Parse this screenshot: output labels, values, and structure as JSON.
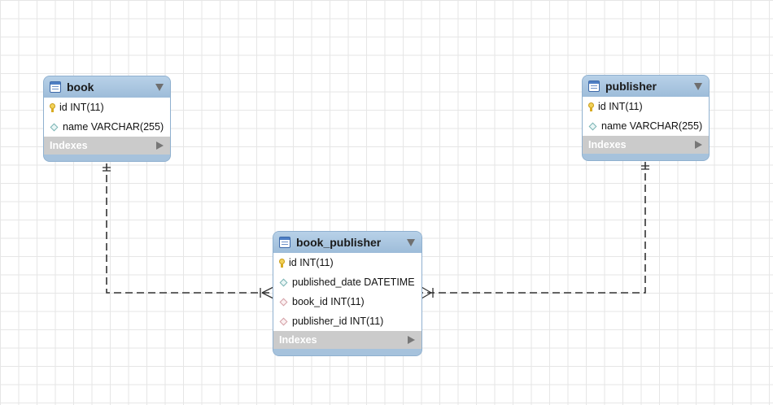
{
  "tables": {
    "book": {
      "name": "book",
      "columns": [
        {
          "label": "id INT(11)",
          "kind": "primary-key"
        },
        {
          "label": "name VARCHAR(255)",
          "kind": "column"
        }
      ],
      "indexes_label": "Indexes"
    },
    "publisher": {
      "name": "publisher",
      "columns": [
        {
          "label": "id INT(11)",
          "kind": "primary-key"
        },
        {
          "label": "name VARCHAR(255)",
          "kind": "column"
        }
      ],
      "indexes_label": "Indexes"
    },
    "book_publisher": {
      "name": "book_publisher",
      "columns": [
        {
          "label": "id INT(11)",
          "kind": "primary-key"
        },
        {
          "label": "published_date DATETIME",
          "kind": "column"
        },
        {
          "label": "book_id INT(11)",
          "kind": "foreign-key"
        },
        {
          "label": "publisher_id INT(11)",
          "kind": "foreign-key"
        }
      ],
      "indexes_label": "Indexes"
    }
  },
  "relationships": [
    {
      "from": "book",
      "to": "book_publisher",
      "from_cardinality": "one",
      "to_cardinality": "many",
      "style": "dashed"
    },
    {
      "from": "publisher",
      "to": "book_publisher",
      "from_cardinality": "one",
      "to_cardinality": "many",
      "style": "dashed"
    }
  ],
  "colors": {
    "header": "#a6c2dc",
    "indexes_bar": "#cbcbcb",
    "grid": "#e6e6e6",
    "connector": "#333333"
  }
}
